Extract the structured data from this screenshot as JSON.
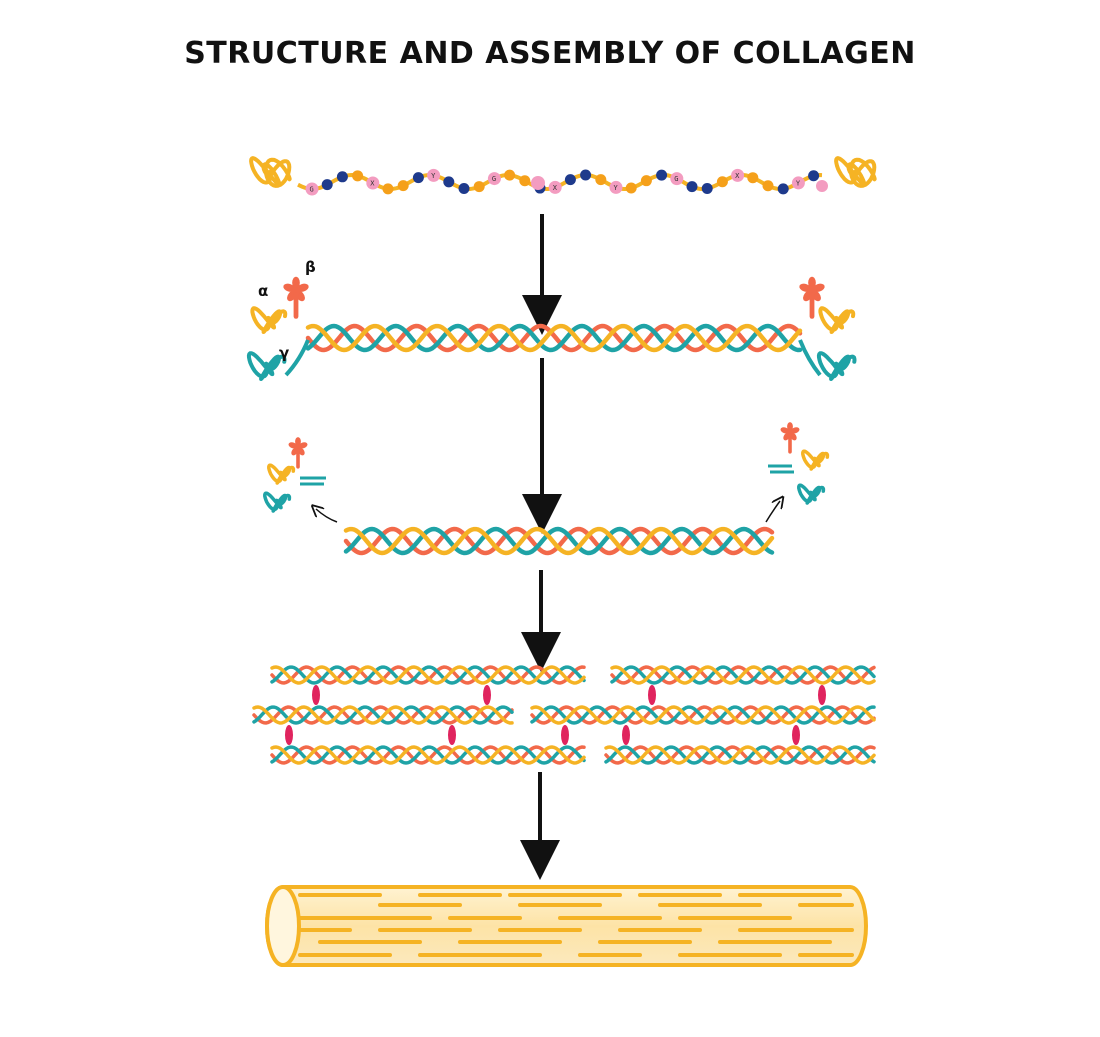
{
  "title": "STRUCTURE AND ASSEMBLY OF COLLAGEN",
  "chain_labels": {
    "alpha": "α",
    "beta": "β",
    "gamma": "γ"
  },
  "residue_labels": [
    "G",
    "X",
    "Y"
  ],
  "colors": {
    "chain_yellow": "#f5b324",
    "chain_red": "#f2694a",
    "chain_teal": "#1fa3a6",
    "bead_blue": "#1e3a8c",
    "bead_pink": "#f39cc0",
    "bead_orange": "#f5a01a",
    "crosslink": "#e0245e",
    "fibril_fill": "#fde8b5",
    "arrow": "#111111"
  }
}
